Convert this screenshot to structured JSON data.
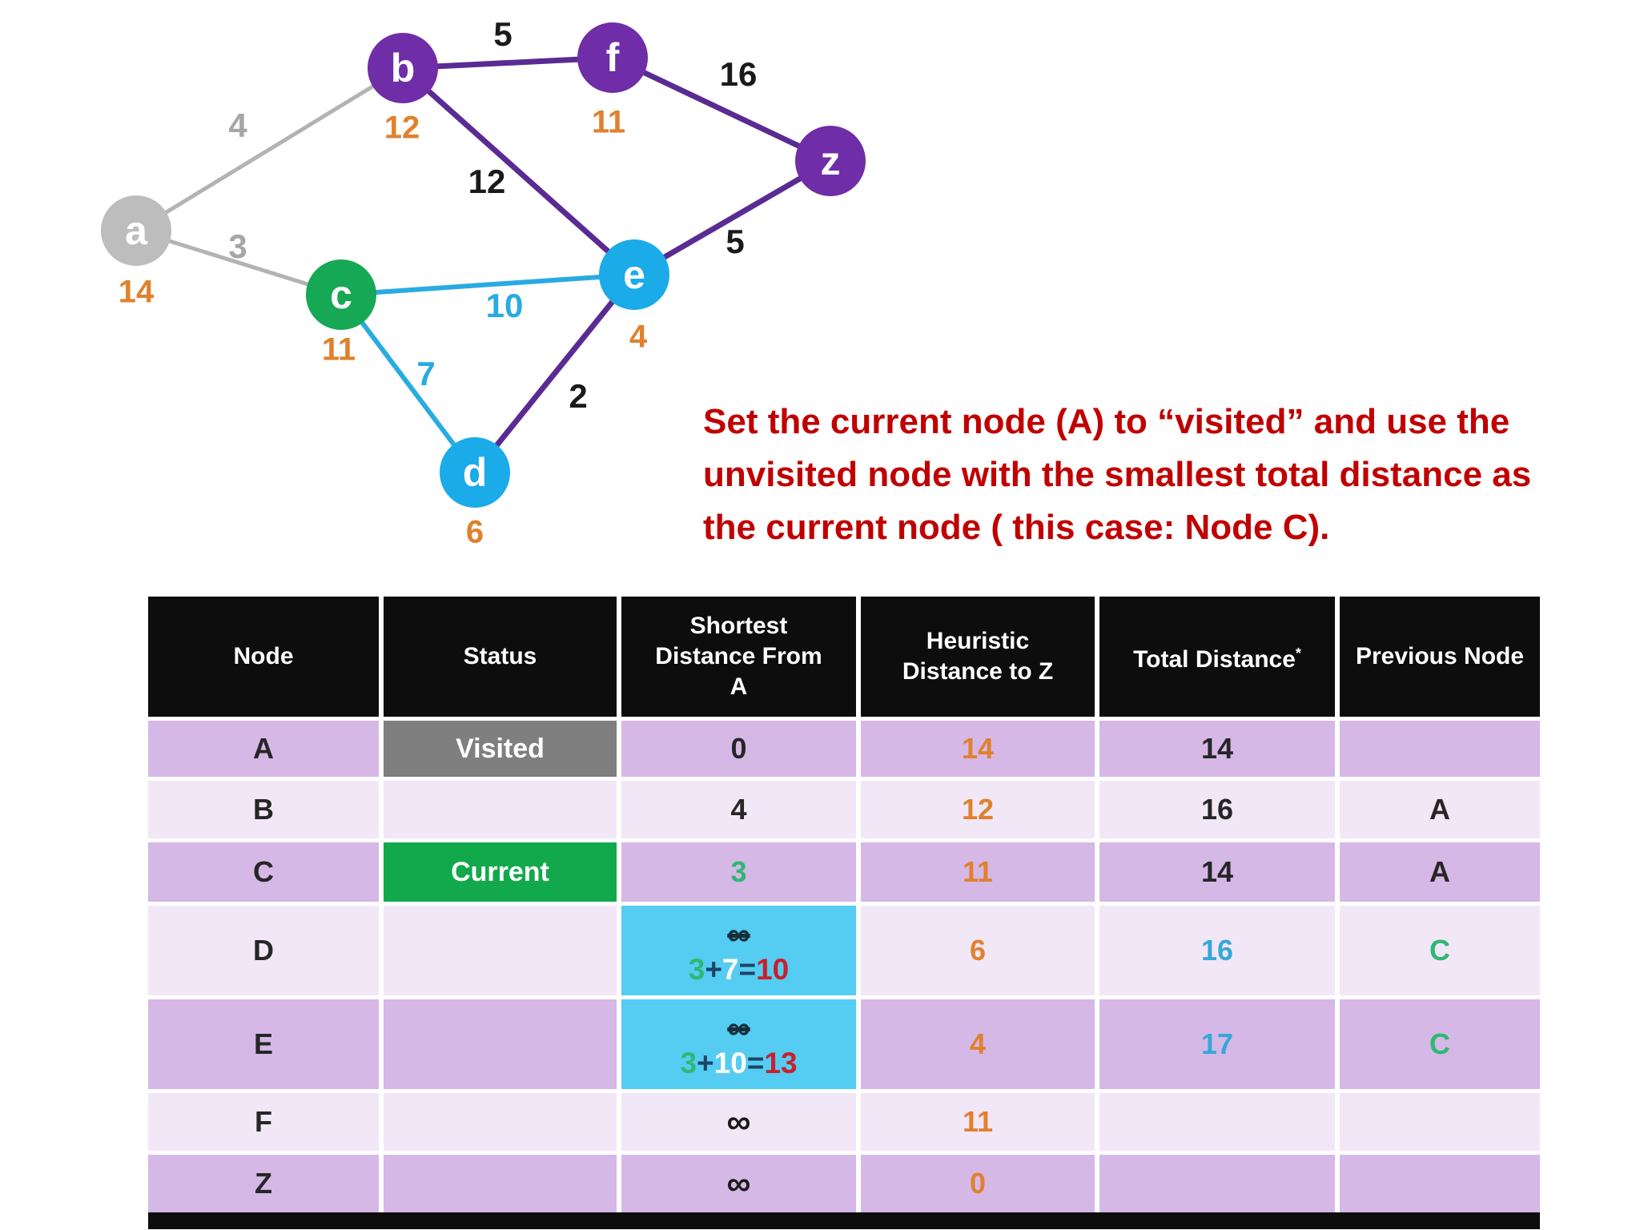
{
  "graph": {
    "nodes": [
      {
        "id": "a",
        "label": "a",
        "heuristic": "14"
      },
      {
        "id": "b",
        "label": "b",
        "heuristic": "12"
      },
      {
        "id": "c",
        "label": "c",
        "heuristic": "11"
      },
      {
        "id": "d",
        "label": "d",
        "heuristic": "6"
      },
      {
        "id": "e",
        "label": "e",
        "heuristic": "4"
      },
      {
        "id": "f",
        "label": "f",
        "heuristic": "11"
      },
      {
        "id": "z",
        "label": "z"
      }
    ],
    "edges": [
      {
        "from": "a",
        "to": "b",
        "weight": "4",
        "style": "gray"
      },
      {
        "from": "a",
        "to": "c",
        "weight": "3",
        "style": "gray"
      },
      {
        "from": "b",
        "to": "f",
        "weight": "5",
        "style": "purple"
      },
      {
        "from": "b",
        "to": "e",
        "weight": "12",
        "style": "purple"
      },
      {
        "from": "f",
        "to": "z",
        "weight": "16",
        "style": "purple"
      },
      {
        "from": "e",
        "to": "z",
        "weight": "5",
        "style": "purple"
      },
      {
        "from": "c",
        "to": "e",
        "weight": "10",
        "style": "cyan"
      },
      {
        "from": "c",
        "to": "d",
        "weight": "7",
        "style": "cyan"
      },
      {
        "from": "d",
        "to": "e",
        "weight": "2",
        "style": "purple"
      }
    ]
  },
  "note": {
    "segments": [
      {
        "text": "Set the current node (A) to "
      },
      {
        "text": "“visited”"
      },
      {
        "text": " and use the unvisited node with the smallest total distance as the "
      },
      {
        "text": "current node"
      },
      {
        "text": " ( this case: Node C)."
      }
    ]
  },
  "table": {
    "headers": [
      "Node",
      "Status",
      "Shortest Distance From A",
      "Heuristic Distance to Z",
      "Total Distance",
      "Previous Node"
    ],
    "total_sup": "*",
    "rows": [
      {
        "node": "A",
        "status": "Visited",
        "shortest": "0",
        "heuristic": "14",
        "total": "14",
        "previous": ""
      },
      {
        "node": "B",
        "status": "",
        "shortest": "4",
        "heuristic": "12",
        "total": "16",
        "previous": "A"
      },
      {
        "node": "C",
        "status": "Current",
        "shortest": "3",
        "heuristic": "11",
        "total": "14",
        "previous": "A"
      },
      {
        "node": "D",
        "status": "",
        "shortest_old": "∞",
        "formula": {
          "left": "3",
          "plus": "+",
          "mid": "7",
          "eq": "=",
          "result": "10"
        },
        "heuristic": "6",
        "total": "16",
        "previous": "C"
      },
      {
        "node": "E",
        "status": "",
        "shortest_old": "∞",
        "formula": {
          "left": "3",
          "plus": "+",
          "mid": "10",
          "eq": "=",
          "result": "13"
        },
        "heuristic": "4",
        "total": "17",
        "previous": "C"
      },
      {
        "node": "F",
        "status": "",
        "shortest": "∞",
        "heuristic": "11",
        "total": "",
        "previous": ""
      },
      {
        "node": "Z",
        "status": "",
        "shortest": "∞",
        "heuristic": "0",
        "total": "",
        "previous": ""
      }
    ]
  },
  "colors": {
    "note_red": "#c00000",
    "heuristic_orange": "#e0812e",
    "purple_node": "#6f2da8",
    "blue_node": "#1aabe8",
    "green_node": "#16a854",
    "gray_node": "#bdbdbd",
    "purple_edge": "#5b2b94",
    "cyan_edge": "#29abe2",
    "gray_edge": "#b3b3b3",
    "row_purple": "#d5b8e6",
    "row_light": "#f1e7f6",
    "highlight_cyan": "#55ccf2",
    "visited_gray": "#7f7f7f",
    "current_green": "#12a94c",
    "total_blue": "#35a8d8",
    "formula_green": "#2eb873",
    "formula_red": "#c9202c"
  }
}
